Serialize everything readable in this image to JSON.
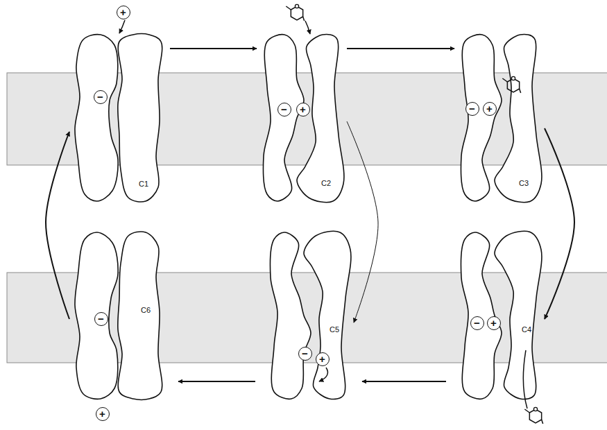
{
  "diagram": {
    "nodes": [
      {
        "text": [
          "C1"
        ]
      },
      {
        "text": [
          "C2"
        ]
      },
      {
        "text": [
          "C3"
        ]
      },
      {
        "text": [
          "C6"
        ]
      },
      {
        "text": [
          "C5"
        ]
      },
      {
        "text": [
          "C4"
        ]
      }
    ],
    "edges": [
      {
        "from": 0,
        "to": 1,
        "arrow": "to"
      },
      {
        "from": 1,
        "to": 2,
        "arrow": "to"
      },
      {
        "from": 2,
        "to": 5,
        "arrow": "to"
      },
      {
        "from": 1,
        "to": 4,
        "arrow": "to"
      },
      {
        "from": 5,
        "to": 4,
        "arrow": "to"
      },
      {
        "from": 4,
        "to": 3,
        "arrow": "to"
      },
      {
        "from": 3,
        "to": 0,
        "arrow": "to"
      }
    ],
    "labels": [
      "+",
      "−",
      "−",
      "+",
      "−",
      "+",
      "−",
      "+",
      "−",
      "+",
      "−",
      "+"
    ]
  }
}
